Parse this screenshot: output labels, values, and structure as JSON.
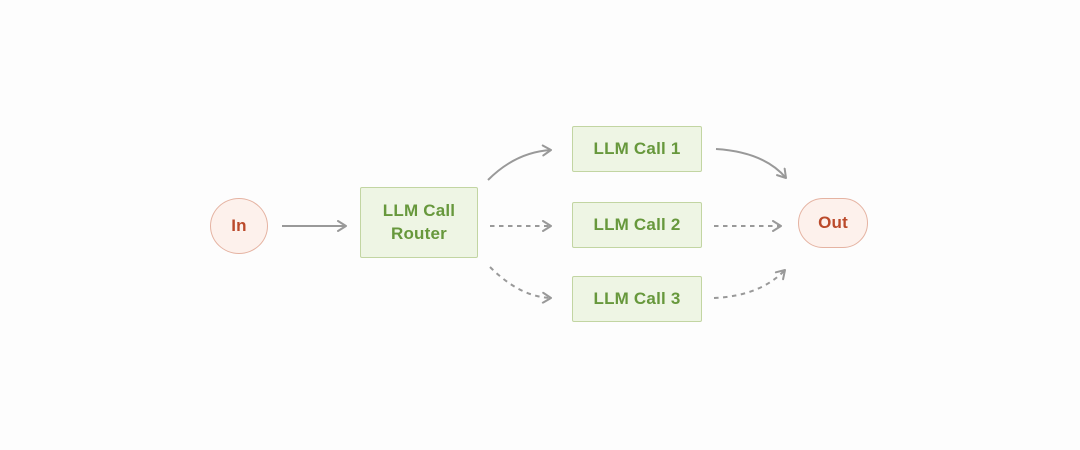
{
  "diagram": {
    "nodes": {
      "in": {
        "label": "In",
        "type": "terminal"
      },
      "router": {
        "label": "LLM Call Router",
        "type": "process"
      },
      "call1": {
        "label": "LLM Call 1",
        "type": "process"
      },
      "call2": {
        "label": "LLM Call 2",
        "type": "process"
      },
      "call3": {
        "label": "LLM Call 3",
        "type": "process"
      },
      "out": {
        "label": "Out",
        "type": "terminal"
      }
    },
    "edges": [
      {
        "from": "in",
        "to": "router",
        "style": "solid"
      },
      {
        "from": "router",
        "to": "call1",
        "style": "solid"
      },
      {
        "from": "router",
        "to": "call2",
        "style": "dashed"
      },
      {
        "from": "router",
        "to": "call3",
        "style": "dashed"
      },
      {
        "from": "call1",
        "to": "out",
        "style": "solid"
      },
      {
        "from": "call2",
        "to": "out",
        "style": "dashed"
      },
      {
        "from": "call3",
        "to": "out",
        "style": "dashed"
      }
    ],
    "colors": {
      "process_fill": "#eef5e4",
      "process_border": "#c2d5a2",
      "process_text": "#67983c",
      "terminal_fill": "#fdf1ec",
      "terminal_border": "#e5b3a2",
      "terminal_text": "#bb4a2b",
      "arrow": "#999999",
      "background": "#fdfdfd"
    }
  }
}
